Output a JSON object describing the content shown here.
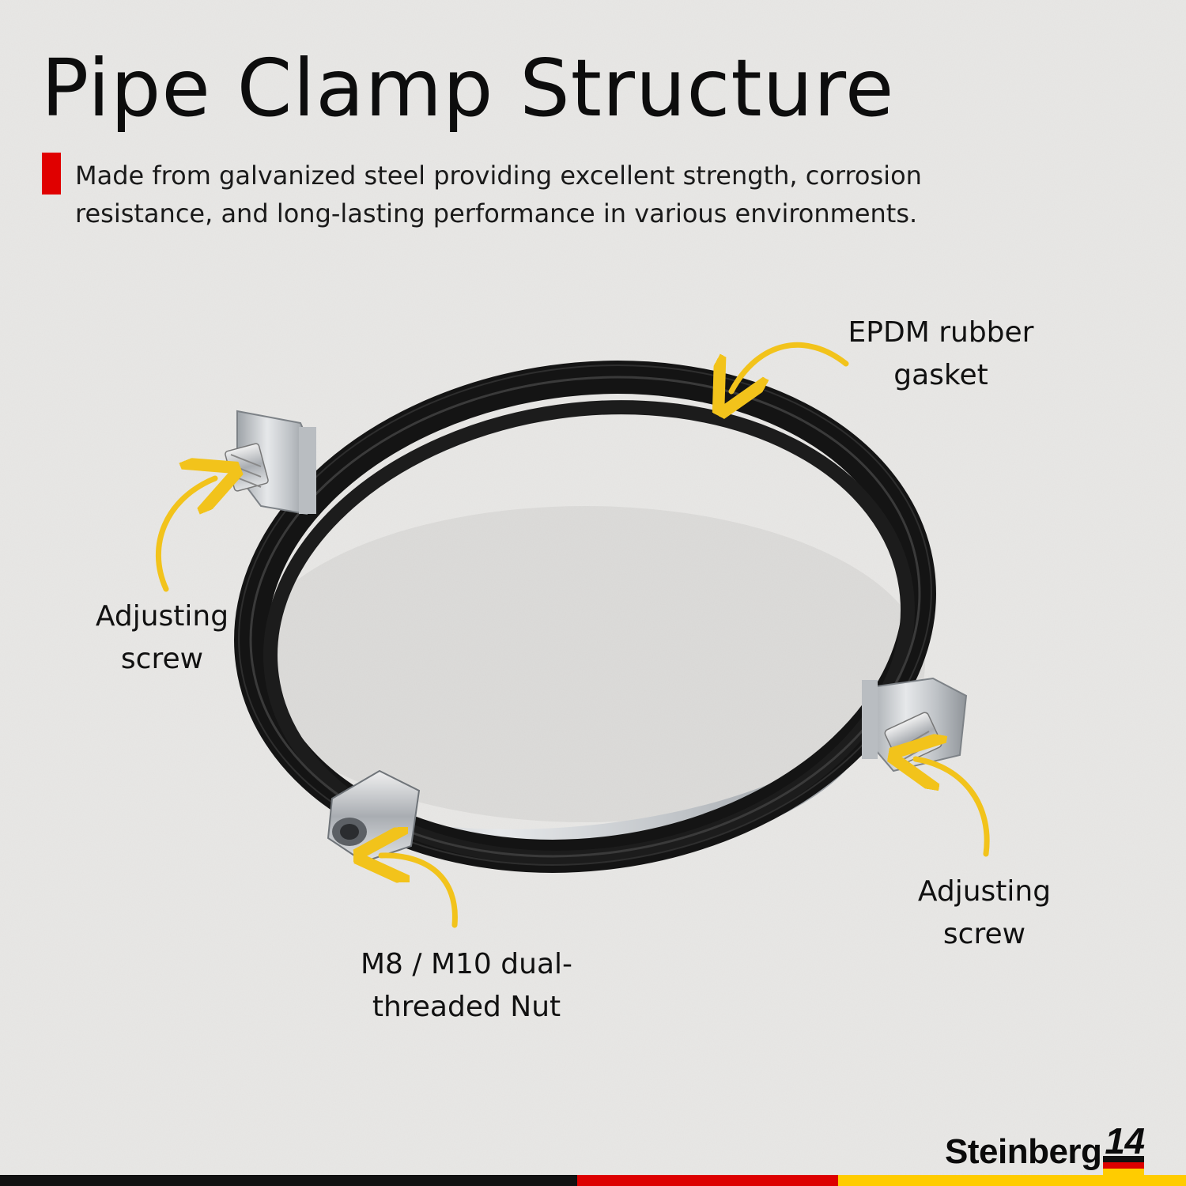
{
  "heading": {
    "title": "Pipe Clamp Structure",
    "description_line1": "Made from galvanized steel providing excellent strength, corrosion",
    "description_line2": "resistance, and long-lasting performance in various environments."
  },
  "callouts": {
    "gasket": {
      "line1": "EPDM rubber",
      "line2": "gasket"
    },
    "screw_left": {
      "line1": "Adjusting",
      "line2": "screw"
    },
    "screw_right": {
      "line1": "Adjusting",
      "line2": "screw"
    },
    "nut": {
      "line1": "M8 / M10 dual-",
      "line2": "threaded Nut"
    }
  },
  "brand": {
    "name": "Steinberg",
    "mark": "14"
  },
  "colors": {
    "accent_red": "#e00000",
    "arrow_yellow": "#f2c31b",
    "rubber_black": "#141414",
    "steel": "#c9ccd0",
    "flag_black": "#111111",
    "flag_red": "#dd0000",
    "flag_gold": "#ffcc00"
  }
}
